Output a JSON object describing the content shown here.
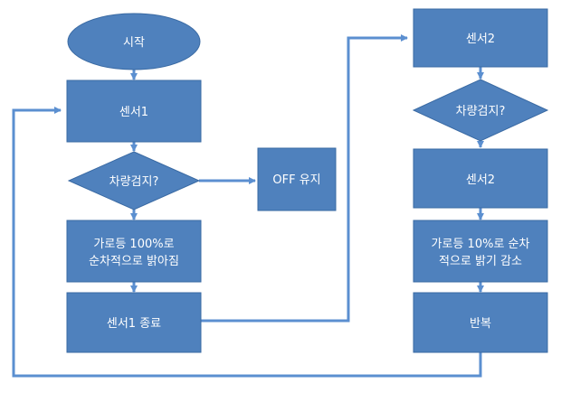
{
  "colors": {
    "node_fill": "#4f81bd",
    "node_stroke": "#3a6aa3",
    "connector": "#5b8fd0",
    "text": "#ffffff",
    "background": "#ffffff"
  },
  "nodes": {
    "start": {
      "shape": "ellipse",
      "lines": [
        "시작"
      ]
    },
    "sensor1": {
      "shape": "rect",
      "lines": [
        "센서1"
      ]
    },
    "detect1": {
      "shape": "diamond",
      "lines": [
        "차량검지?"
      ]
    },
    "off_keep": {
      "shape": "rect",
      "lines": [
        "OFF 유지"
      ]
    },
    "light_on": {
      "shape": "rect",
      "lines": [
        "가로등 100%로",
        "순차적으로 밝아짐"
      ]
    },
    "sensor1_end": {
      "shape": "rect",
      "lines": [
        "센서1 종료"
      ]
    },
    "sensor2_top": {
      "shape": "rect",
      "lines": [
        "센서2"
      ]
    },
    "detect2": {
      "shape": "diamond",
      "lines": [
        "차량검지?"
      ]
    },
    "sensor2_mid": {
      "shape": "rect",
      "lines": [
        "센서2"
      ]
    },
    "light_dim": {
      "shape": "rect",
      "lines": [
        "가로등 10%로 순차",
        "적으로 밝기 감소"
      ]
    },
    "repeat": {
      "shape": "rect",
      "lines": [
        "반복"
      ]
    }
  },
  "edges": [
    {
      "from": "start",
      "to": "sensor1"
    },
    {
      "from": "sensor1",
      "to": "detect1"
    },
    {
      "from": "detect1",
      "to": "off_keep"
    },
    {
      "from": "detect1",
      "to": "light_on"
    },
    {
      "from": "light_on",
      "to": "sensor1_end"
    },
    {
      "from": "sensor1_end",
      "to": "sensor2_top"
    },
    {
      "from": "sensor2_top",
      "to": "detect2"
    },
    {
      "from": "detect2",
      "to": "sensor2_mid"
    },
    {
      "from": "sensor2_mid",
      "to": "light_dim"
    },
    {
      "from": "light_dim",
      "to": "repeat"
    },
    {
      "from": "repeat",
      "to": "sensor1"
    }
  ]
}
